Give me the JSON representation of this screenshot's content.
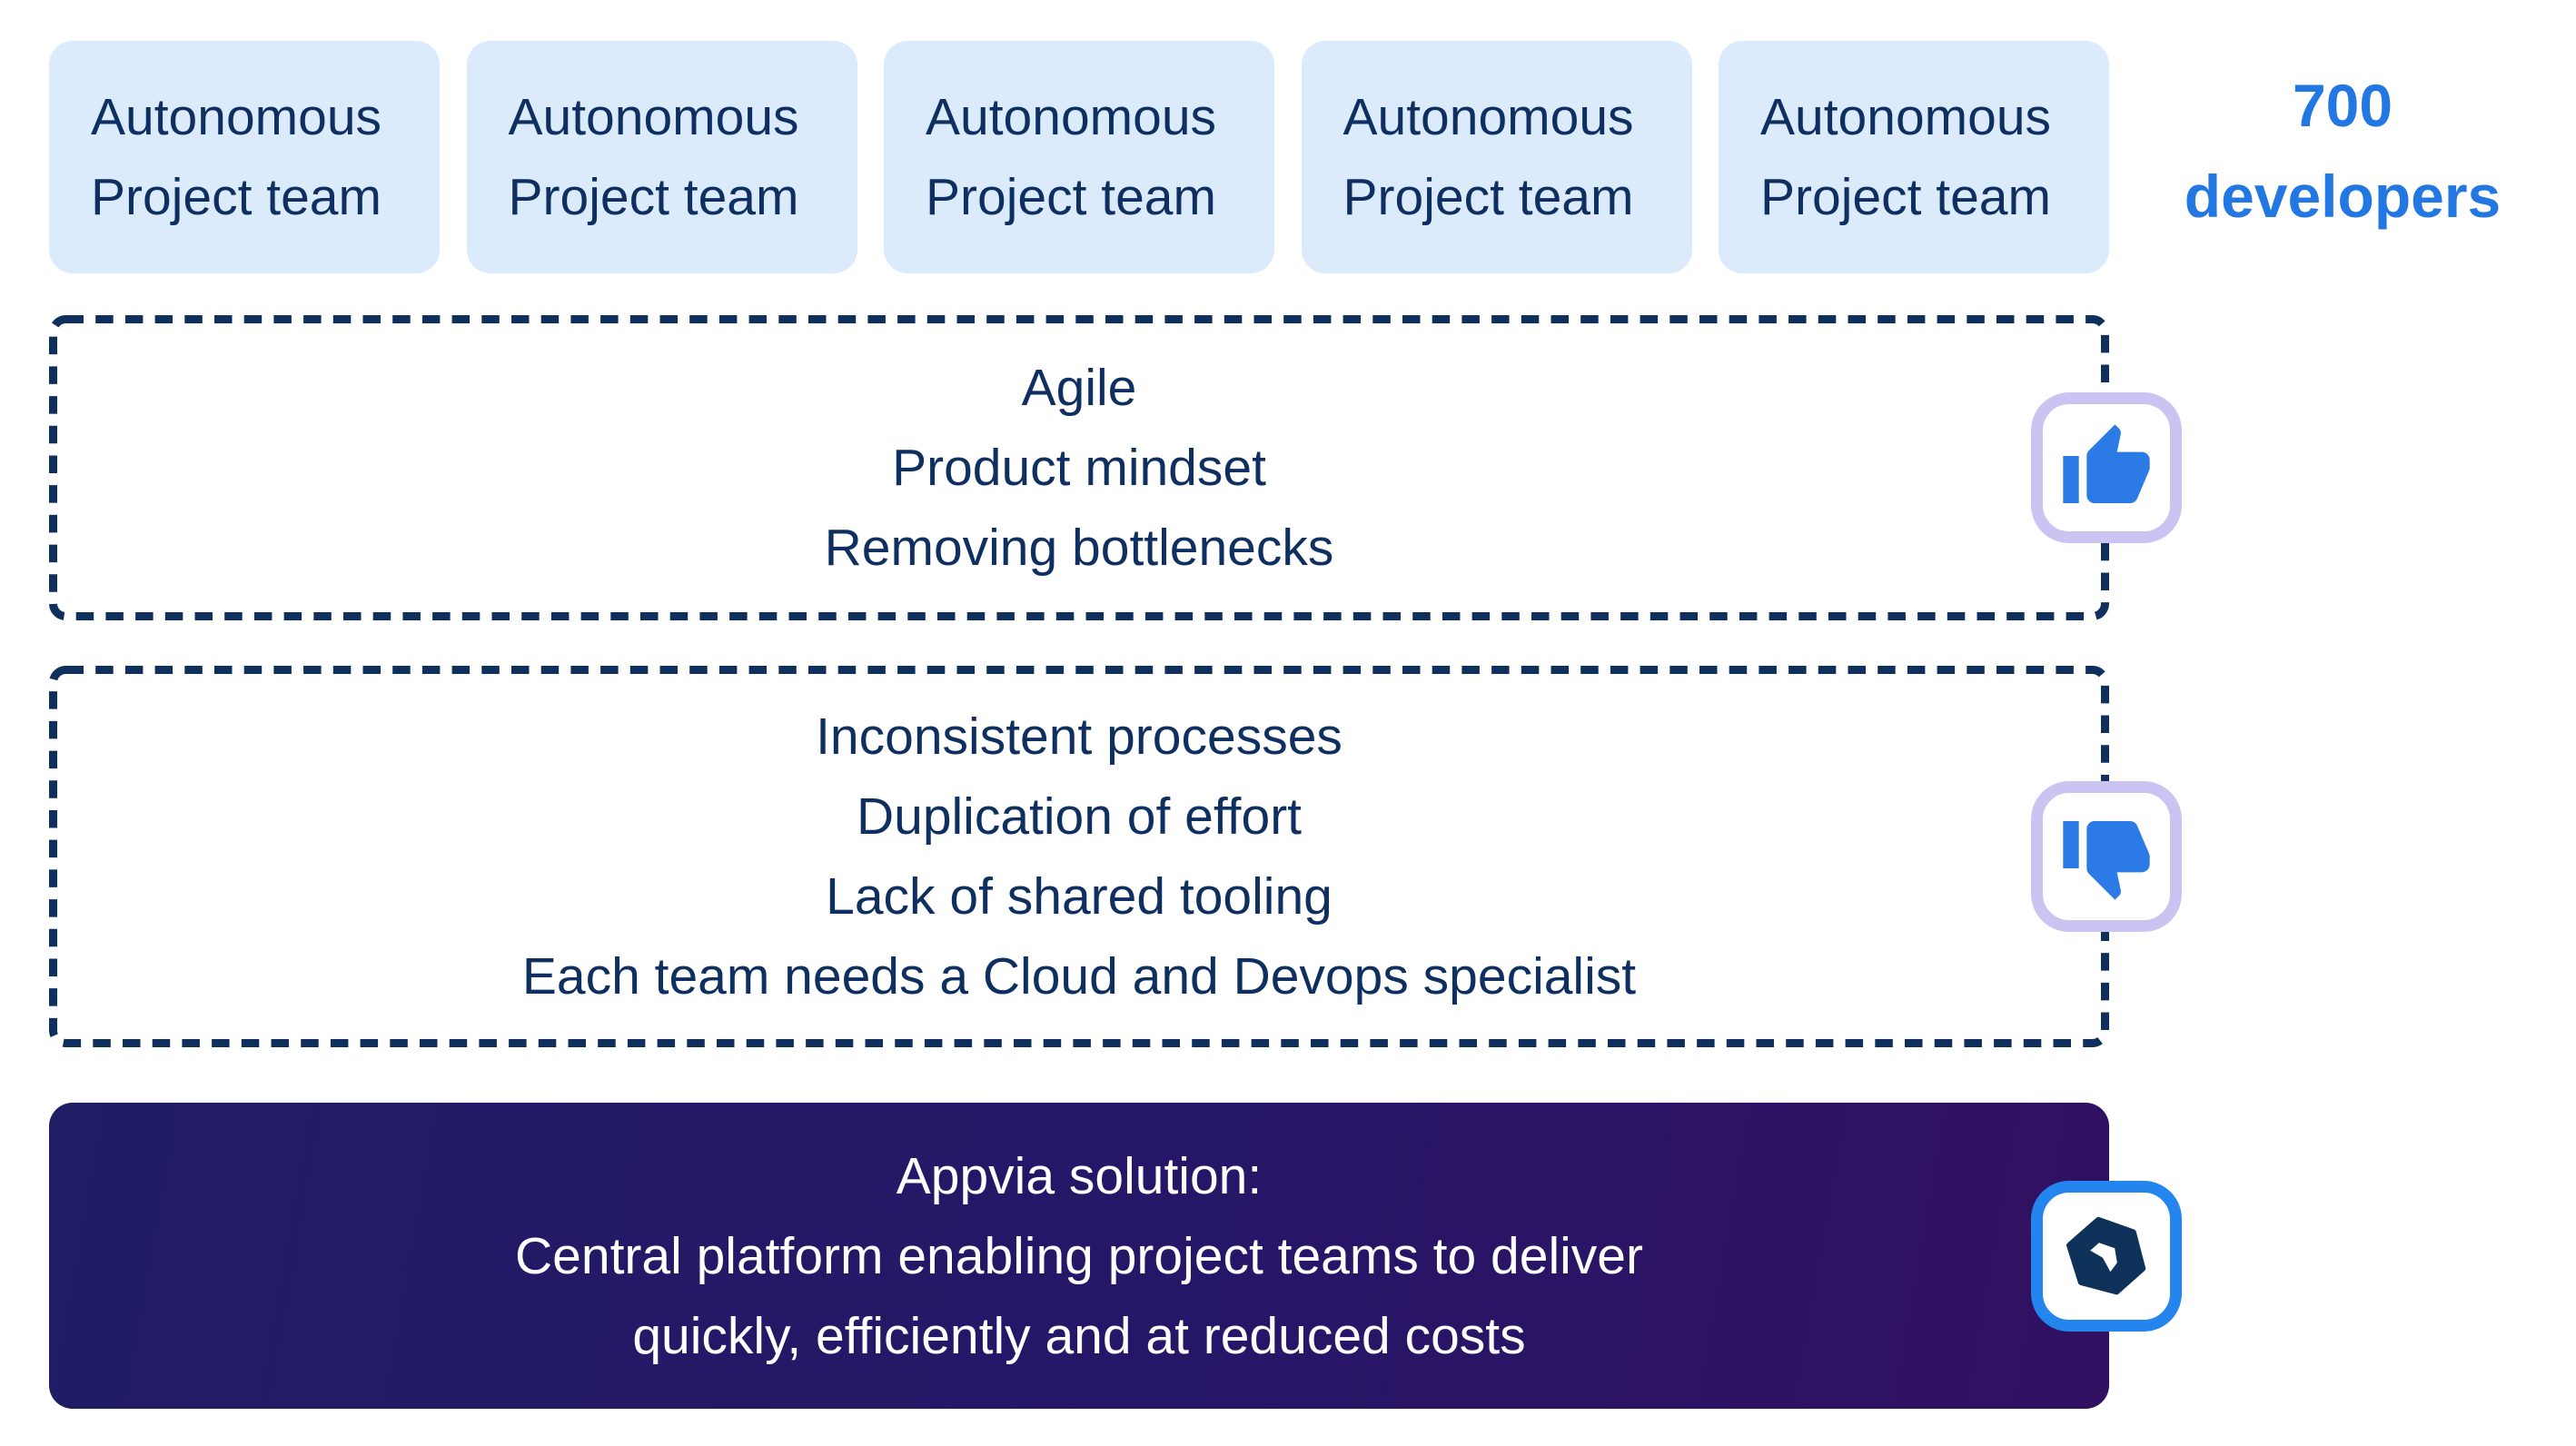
{
  "teams": {
    "boxes": [
      {
        "line1": "Autonomous",
        "line2": "Project team"
      },
      {
        "line1": "Autonomous",
        "line2": "Project team"
      },
      {
        "line1": "Autonomous",
        "line2": "Project team"
      },
      {
        "line1": "Autonomous",
        "line2": "Project team"
      },
      {
        "line1": "Autonomous",
        "line2": "Project team"
      }
    ]
  },
  "developer_count": {
    "value": "700",
    "label": "developers"
  },
  "sections": [
    {
      "name": "benefits",
      "icon": "thumbs-up-icon",
      "lines": [
        "Agile",
        "Product mindset",
        "Removing bottlenecks"
      ]
    },
    {
      "name": "drawbacks",
      "icon": "thumbs-down-icon",
      "lines": [
        "Inconsistent processes",
        "Duplication of effort",
        "Lack of shared tooling",
        "Each team needs a Cloud and Devops specialist"
      ]
    },
    {
      "name": "solution",
      "icon": "appvia-logo-icon",
      "lines": [
        "Appvia solution:",
        "Central platform enabling project teams to deliver",
        "quickly, efficiently and at reduced costs"
      ]
    }
  ],
  "colors": {
    "page_bg": "#ffffff",
    "team_box_bg": "#dcebfc",
    "navy_text": "#0e2f5f",
    "dashed_border": "#0f2f5c",
    "accent_blue": "#2277e2",
    "thumb_blue": "#2b7ae6",
    "thumb_badge_border": "#cbc4f3",
    "logo_badge_border": "#2585ef",
    "logo_navy": "#0f325a",
    "solution_gradient_start": "#201d64",
    "solution_gradient_end": "#311061",
    "solution_text": "#ffffff"
  }
}
